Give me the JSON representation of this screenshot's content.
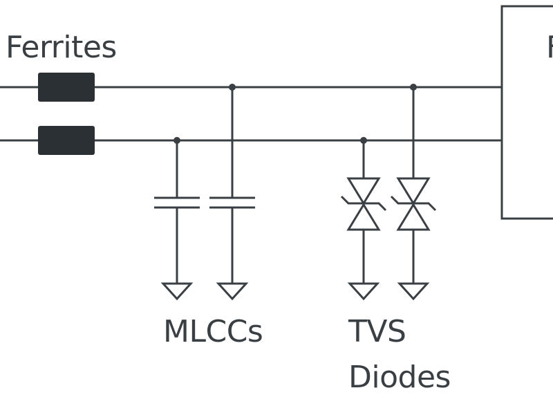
{
  "labels": {
    "ferrites": "Ferrites",
    "mlccs": "MLCCs",
    "tvs_line1": "TVS",
    "tvs_line2": "Diodes",
    "block_partial": "F"
  },
  "colors": {
    "stroke": "#3a3f44",
    "ferrite_fill": "#2b3034",
    "background": "#ffffff"
  }
}
